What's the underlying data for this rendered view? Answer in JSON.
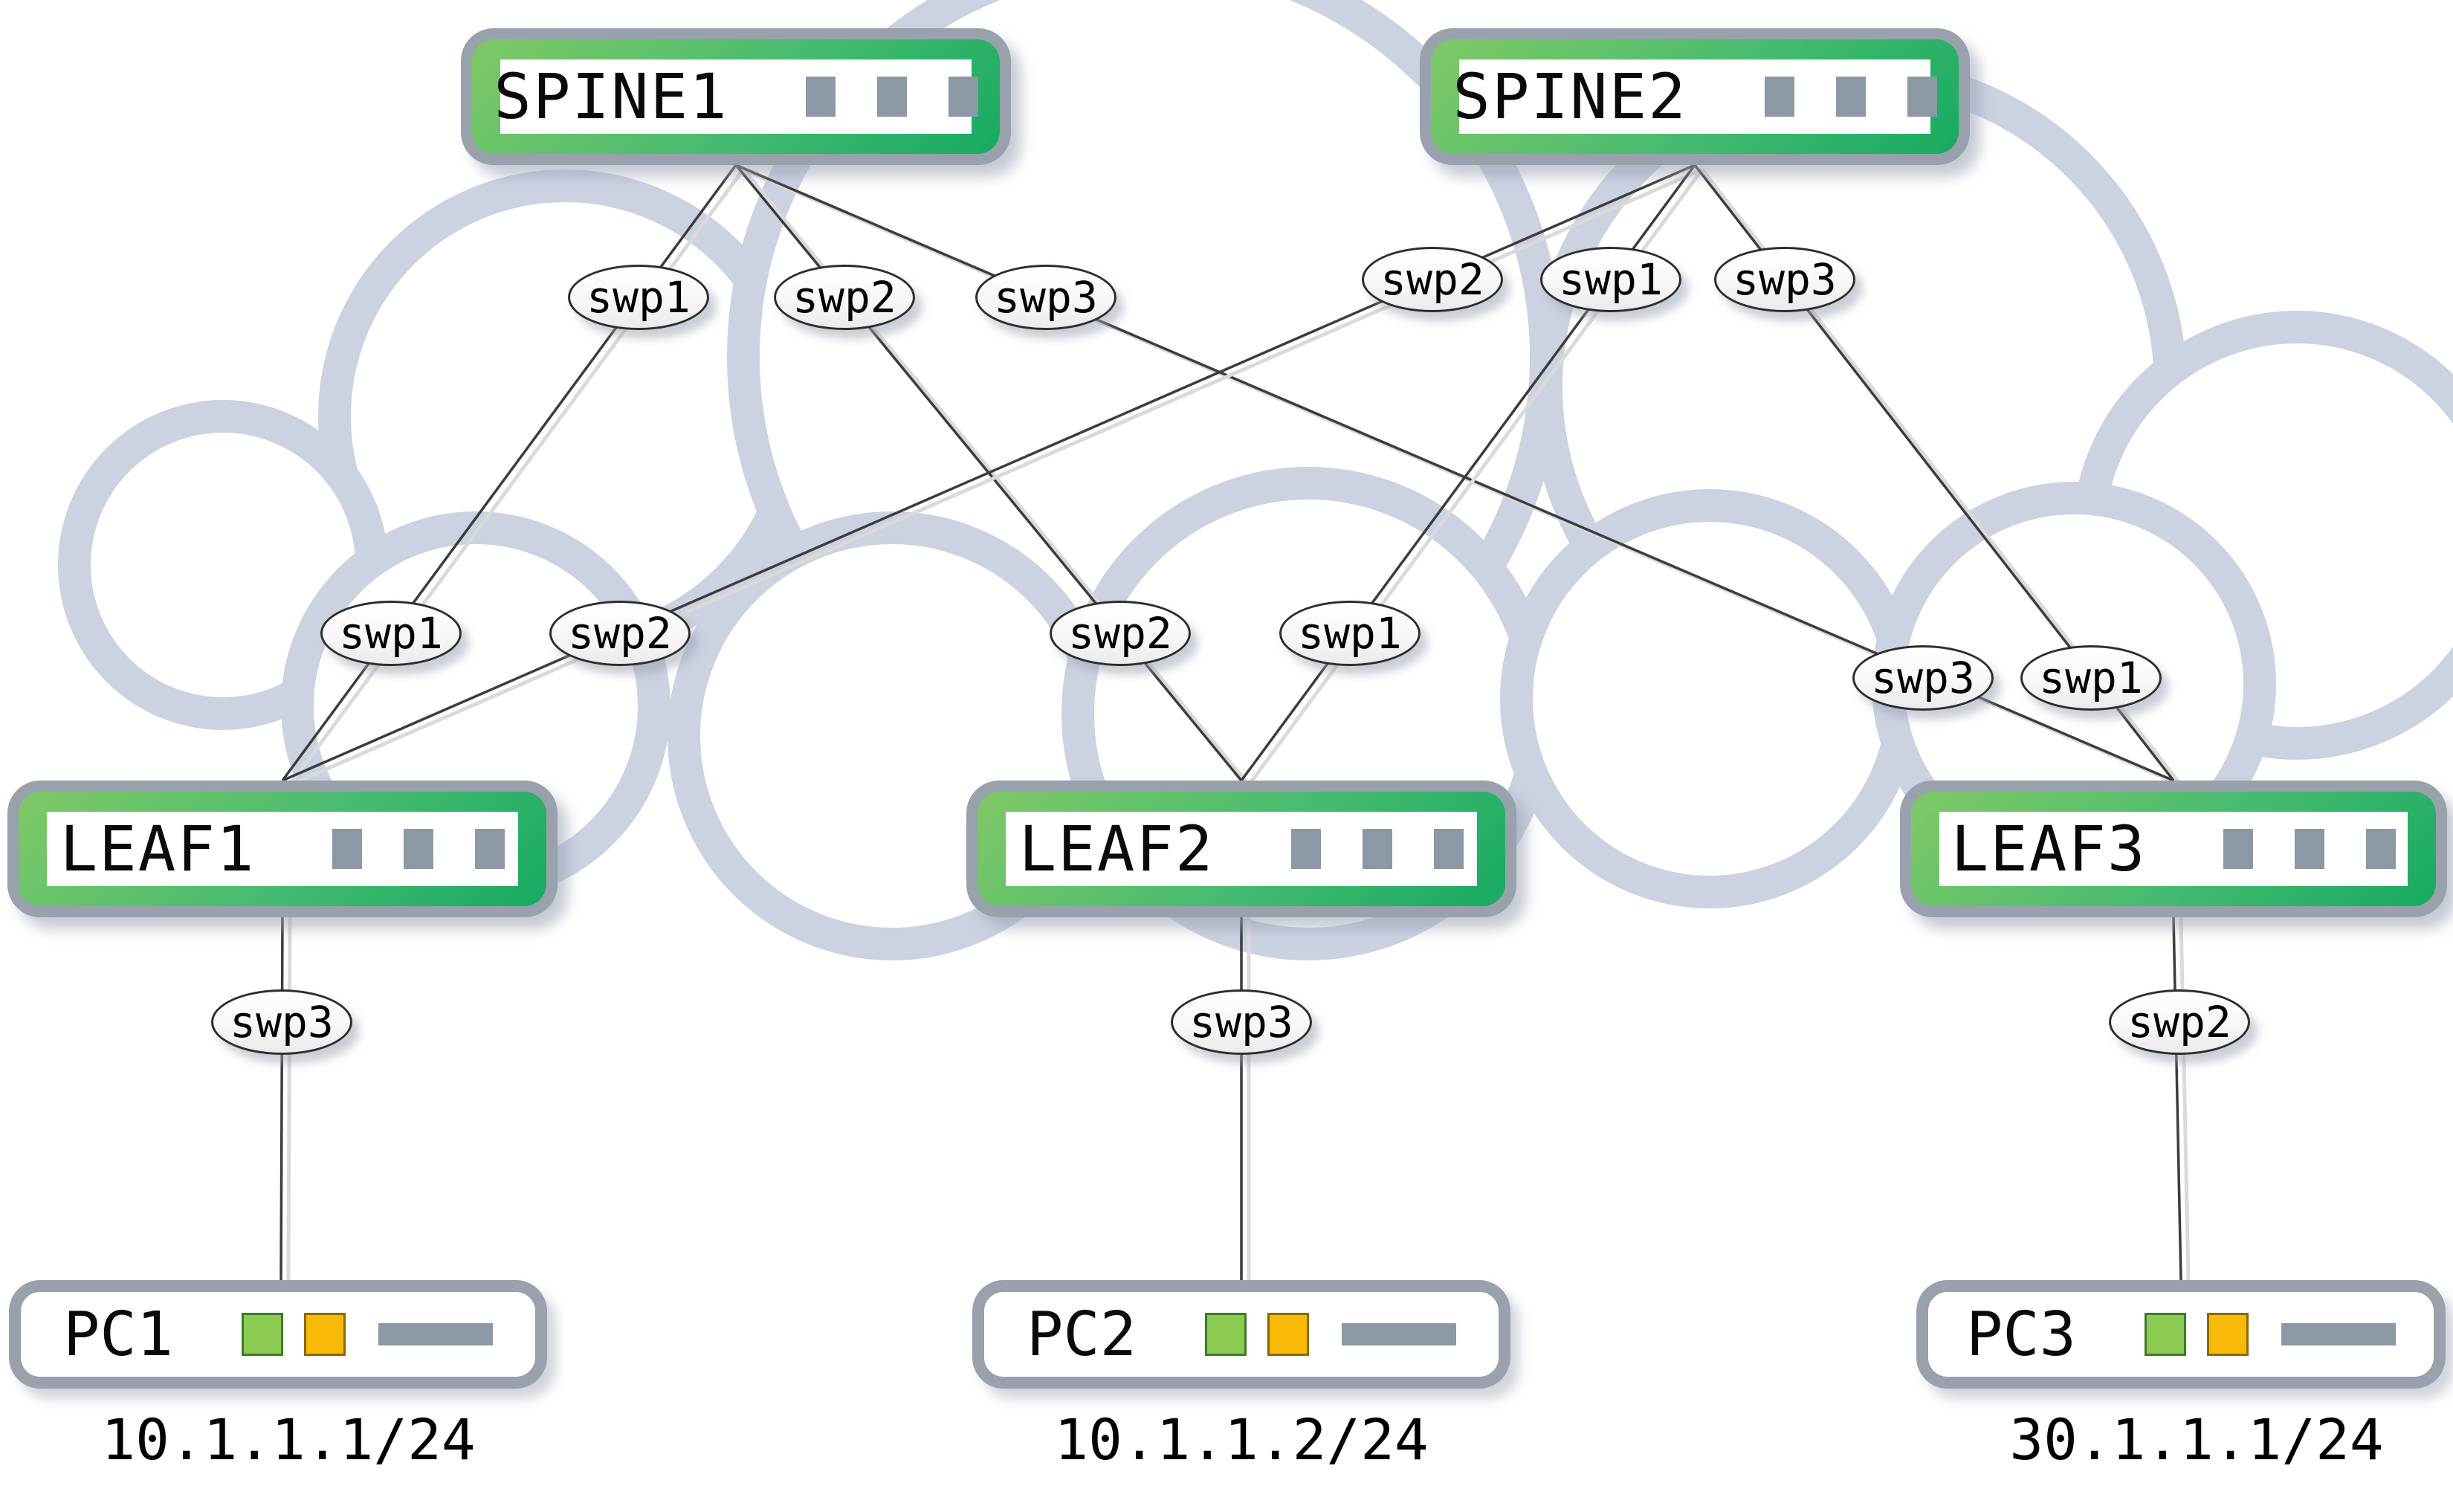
{
  "colors": {
    "green_light": "#80c966",
    "green_dark": "#17aa61",
    "frame_gray": "#98a1ac",
    "dot_gray": "#8d98a6",
    "cloud": "#cbd2e2",
    "line": "#3c3c3c",
    "line_shadow": "#dadada",
    "led_green": "#8ccb52",
    "led_orange": "#f9b908"
  },
  "icons": {
    "switch_dots": "three-status-squares",
    "pc_led_green": "green-led",
    "pc_led_orange": "orange-led",
    "pc_bar": "drive-bar"
  },
  "nodes": {
    "spine1": {
      "label": "SPINE1",
      "type": "switch"
    },
    "spine2": {
      "label": "SPINE2",
      "type": "switch"
    },
    "leaf1": {
      "label": "LEAF1",
      "type": "switch"
    },
    "leaf2": {
      "label": "LEAF2",
      "type": "switch"
    },
    "leaf3": {
      "label": "LEAF3",
      "type": "switch"
    },
    "pc1": {
      "label": "PC1",
      "ip": "10.1.1.1/24",
      "type": "pc"
    },
    "pc2": {
      "label": "PC2",
      "ip": "10.1.1.2/24",
      "type": "pc"
    },
    "pc3": {
      "label": "PC3",
      "ip": "30.1.1.1/24",
      "type": "pc"
    }
  },
  "links": [
    {
      "from": "SPINE1",
      "to": "LEAF1",
      "from_port": "swp1",
      "to_port": "swp1"
    },
    {
      "from": "SPINE1",
      "to": "LEAF2",
      "from_port": "swp2",
      "to_port": "swp2"
    },
    {
      "from": "SPINE1",
      "to": "LEAF3",
      "from_port": "swp3",
      "to_port": "swp3"
    },
    {
      "from": "SPINE2",
      "to": "LEAF1",
      "from_port": "swp2",
      "to_port": "swp2"
    },
    {
      "from": "SPINE2",
      "to": "LEAF2",
      "from_port": "swp1",
      "to_port": "swp1"
    },
    {
      "from": "SPINE2",
      "to": "LEAF3",
      "from_port": "swp3",
      "to_port": "swp1"
    },
    {
      "from": "LEAF1",
      "to": "PC1",
      "from_port": "swp3",
      "to_port": ""
    },
    {
      "from": "LEAF2",
      "to": "PC2",
      "from_port": "swp3",
      "to_port": ""
    },
    {
      "from": "LEAF3",
      "to": "PC3",
      "from_port": "swp2",
      "to_port": ""
    }
  ]
}
